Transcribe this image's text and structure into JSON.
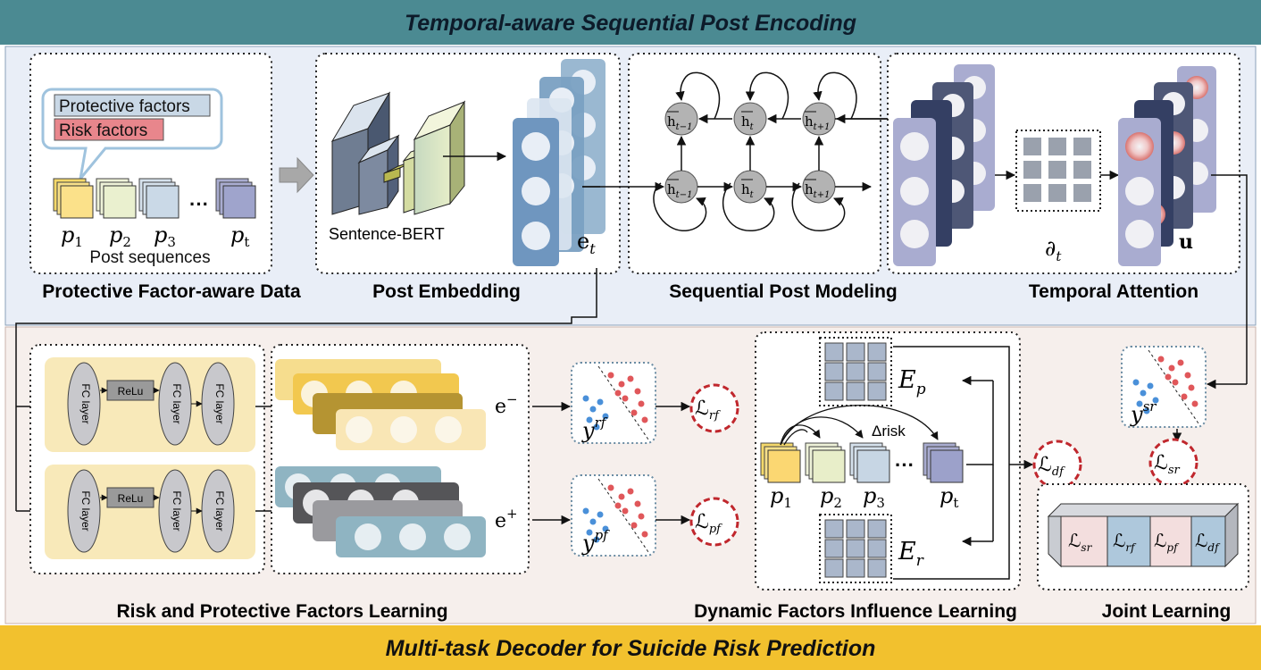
{
  "header_top": "Temporal-aware Sequential Post Encoding",
  "header_bottom": "Multi-task Decoder for Suicide Risk Prediction",
  "sections": {
    "protective_data": "Protective Factor-aware Data",
    "post_embedding": "Post Embedding",
    "sequential_modeling": "Sequential Post Modeling",
    "temporal_attention": "Temporal Attention",
    "risk_protective_learning": "Risk and Protective Factors Learning",
    "dynamic_influence": "Dynamic Factors Influence Learning",
    "joint_learning": "Joint Learning"
  },
  "legend": {
    "protective": "Protective factors",
    "risk": "Risk factors"
  },
  "posts_top": {
    "p1": "p",
    "p1_sub": "1",
    "p2": "p",
    "p2_sub": "2",
    "p3": "p",
    "p3_sub": "3",
    "pt": "p",
    "pt_sub": "t",
    "ellipsis": "···",
    "caption": "Post sequences"
  },
  "sbert_label": "Sentence-BERT",
  "e_t": {
    "base": "e",
    "sub": "t"
  },
  "hidden_states": {
    "h": "h",
    "sub_prev": "t−1",
    "sub_cur": "t",
    "sub_next": "t+1"
  },
  "attention": {
    "a_t": "∂",
    "a_sub": "t",
    "u": "u"
  },
  "mlp": {
    "fc": "FC layer",
    "relu": "ReLu"
  },
  "embeddings": {
    "neg": "e",
    "neg_sup": "−",
    "pos": "e",
    "pos_sup": "+"
  },
  "predictions": {
    "y_rf": "y",
    "y_rf_sup": "rf",
    "y_pf": "y",
    "y_pf_sup": "pf",
    "y_sr": "y",
    "y_sr_sup": "sr"
  },
  "losses": {
    "L": "ℒ",
    "rf": "rf",
    "pf": "pf",
    "df": "df",
    "sr": "sr"
  },
  "dynamic": {
    "Ep": "E",
    "Ep_sub": "p",
    "Er": "E",
    "Er_sub": "r",
    "delta_risk": "Δrisk"
  },
  "colors": {
    "header_top_bg": "#4b8a92",
    "header_bottom_bg": "#f2c12e",
    "top_panel_bg": "#e9eef7",
    "bottom_panel_bg": "#f6efec",
    "blue_bar": "#6f96bf",
    "navy_bar": "#343f63",
    "lavender_bar": "#a9acd0",
    "yellow_bar": "#f2cc55",
    "teal_bar": "#8fb4c2",
    "loss_red": "#c0272d",
    "grid_gray": "#9aa1ad"
  }
}
